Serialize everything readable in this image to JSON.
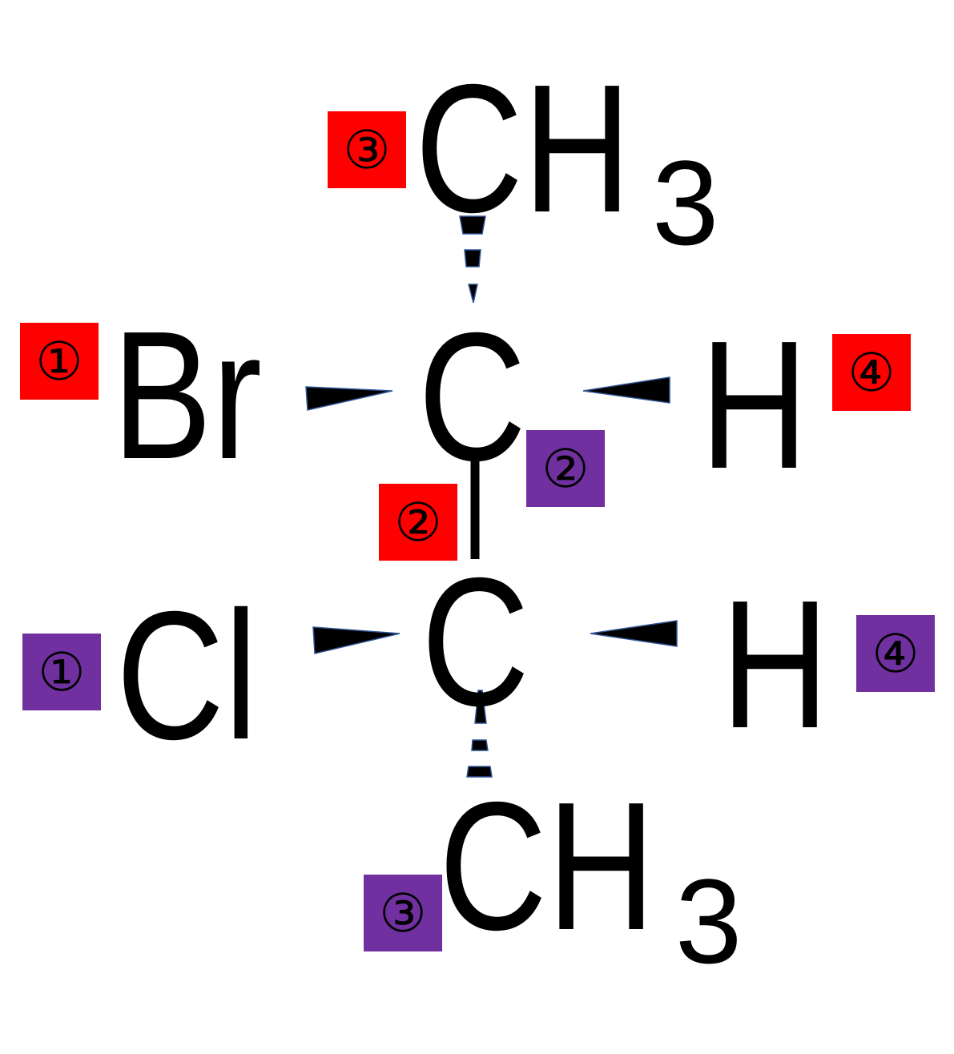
{
  "diagram": {
    "type": "Fischer-like stereochemical structure with CIP priority labels",
    "colors": {
      "upper_center_priority": "#ff0000",
      "lower_center_priority": "#7030a0",
      "bond": "#000000",
      "wedge_outline": "#2f5597"
    },
    "upper_center": {
      "atom": "C",
      "substituents": {
        "top": {
          "label": "CH",
          "subscript": "3",
          "priority": "③",
          "bond": "hashed"
        },
        "left": {
          "label": "Br",
          "priority": "①",
          "bond": "wedge"
        },
        "right": {
          "label": "H",
          "priority": "④",
          "bond": "wedge"
        },
        "bottom": {
          "label": "C",
          "priority": "②",
          "bond": "single"
        }
      }
    },
    "lower_center": {
      "atom": "C",
      "substituents": {
        "top": {
          "label": "C",
          "priority": "②",
          "bond": "single"
        },
        "left": {
          "label": "Cl",
          "priority": "①",
          "bond": "wedge"
        },
        "right": {
          "label": "H",
          "priority": "④",
          "bond": "wedge"
        },
        "bottom": {
          "label": "CH",
          "subscript": "3",
          "priority": "③",
          "bond": "hashed"
        }
      }
    }
  }
}
